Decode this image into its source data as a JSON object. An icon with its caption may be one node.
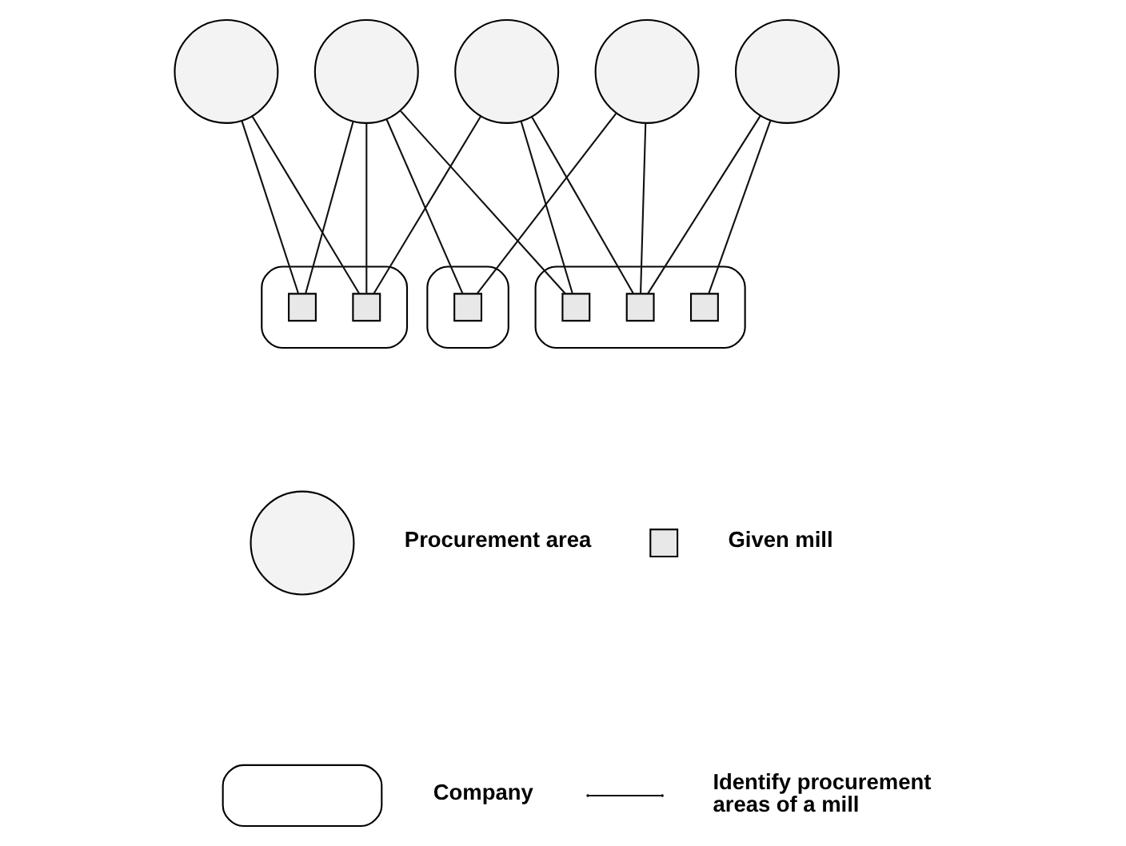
{
  "diagram": {
    "nodes": [
      {
        "text": [],
        "shape": "circle"
      },
      {
        "text": [],
        "shape": "circle"
      },
      {
        "text": [],
        "shape": "circle"
      },
      {
        "text": [],
        "shape": "circle"
      },
      {
        "text": [],
        "shape": "circle"
      },
      {
        "text": [],
        "shape": "box"
      },
      {
        "text": [],
        "shape": "box",
        "in": 5
      },
      {
        "text": [],
        "shape": "box",
        "in": 5
      },
      {
        "text": [],
        "shape": "box"
      },
      {
        "text": [],
        "shape": "box",
        "in": 8
      },
      {
        "text": [],
        "shape": "box"
      },
      {
        "text": [],
        "shape": "box",
        "in": 10
      },
      {
        "text": [],
        "shape": "box",
        "in": 10
      },
      {
        "text": [],
        "shape": "box",
        "in": 10
      },
      {
        "text": [],
        "shape": "circle"
      },
      {
        "text": [],
        "shape": "box"
      },
      {
        "text": [],
        "shape": "box"
      }
    ],
    "edges": [
      {
        "from": 0,
        "to": 6,
        "arrow": "none"
      },
      {
        "from": 0,
        "to": 7,
        "arrow": "none"
      },
      {
        "from": 1,
        "to": 6,
        "arrow": "none"
      },
      {
        "from": 1,
        "to": 7,
        "arrow": "none"
      },
      {
        "from": 1,
        "to": 9,
        "arrow": "none"
      },
      {
        "from": 1,
        "to": 11,
        "arrow": "none"
      },
      {
        "from": 2,
        "to": 7,
        "arrow": "none"
      },
      {
        "from": 2,
        "to": 11,
        "arrow": "none"
      },
      {
        "from": 2,
        "to": 12,
        "arrow": "none"
      },
      {
        "from": 3,
        "to": 9,
        "arrow": "none"
      },
      {
        "from": 3,
        "to": 12,
        "arrow": "none"
      },
      {
        "from": 4,
        "to": 12,
        "arrow": "none"
      },
      {
        "from": 4,
        "to": 13,
        "arrow": "none"
      }
    ],
    "legend": [
      {
        "text": "Procurement area"
      },
      {
        "text": "Given mill"
      },
      {
        "text": "Company"
      },
      {
        "text": "Identify procurement areas of a mill"
      }
    ]
  }
}
